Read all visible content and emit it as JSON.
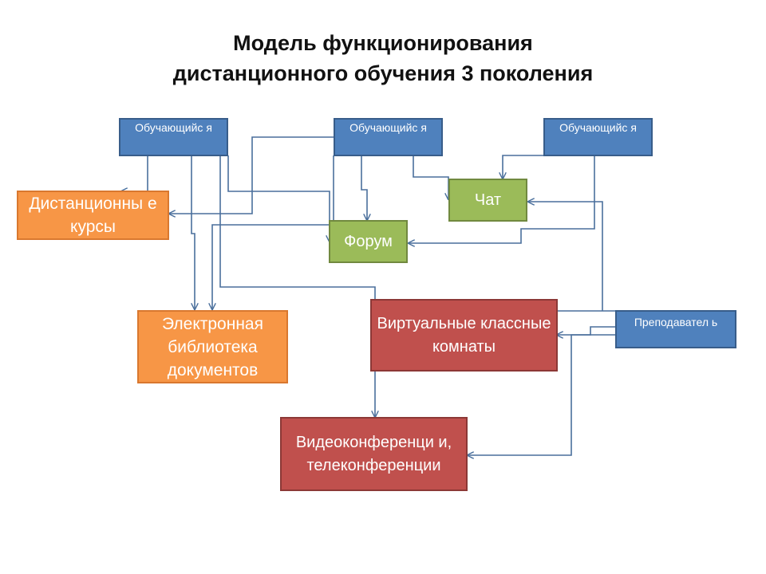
{
  "title": {
    "line1": "Модель функционирования",
    "line2": "дистанционного обучения 3 поколения"
  },
  "nodes": {
    "student1": "Обучающийс я",
    "student2": "Обучающийс я",
    "student3": "Обучающийс я",
    "distance_courses": "Дистанционны е курсы",
    "chat": "Чат",
    "forum": "Форум",
    "library": "Электронная библиотека документов",
    "virtual_classrooms": "Виртуальные классные комнаты",
    "teacher": "Преподавател ь",
    "videoconference": "Видеоконференци и, телеконференции"
  },
  "colors": {
    "student_box": "#4f81bd",
    "service_orange": "#f79646",
    "service_green": "#9bbb59",
    "service_red": "#c0504d",
    "connector": "#4a6f9c"
  }
}
